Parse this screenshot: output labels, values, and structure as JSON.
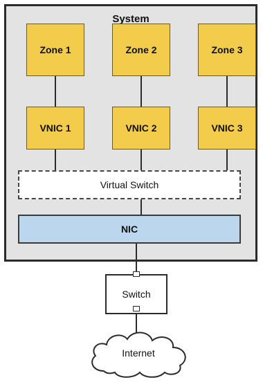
{
  "system": {
    "title": "System"
  },
  "zones": [
    {
      "label": "Zone 1"
    },
    {
      "label": "Zone 2"
    },
    {
      "label": "Zone 3"
    }
  ],
  "vnics": [
    {
      "label": "VNIC 1"
    },
    {
      "label": "VNIC 2"
    },
    {
      "label": "VNIC 3"
    }
  ],
  "virtual_switch": {
    "label": "Virtual Switch"
  },
  "nic": {
    "label": "NIC"
  },
  "switch": {
    "label": "Switch"
  },
  "internet": {
    "label": "Internet"
  },
  "colors": {
    "zone_fill": "#f2cc4a",
    "vnic_fill": "#f2cc4a",
    "nic_fill": "#bcd6ee",
    "system_fill": "#e3e3e3"
  }
}
